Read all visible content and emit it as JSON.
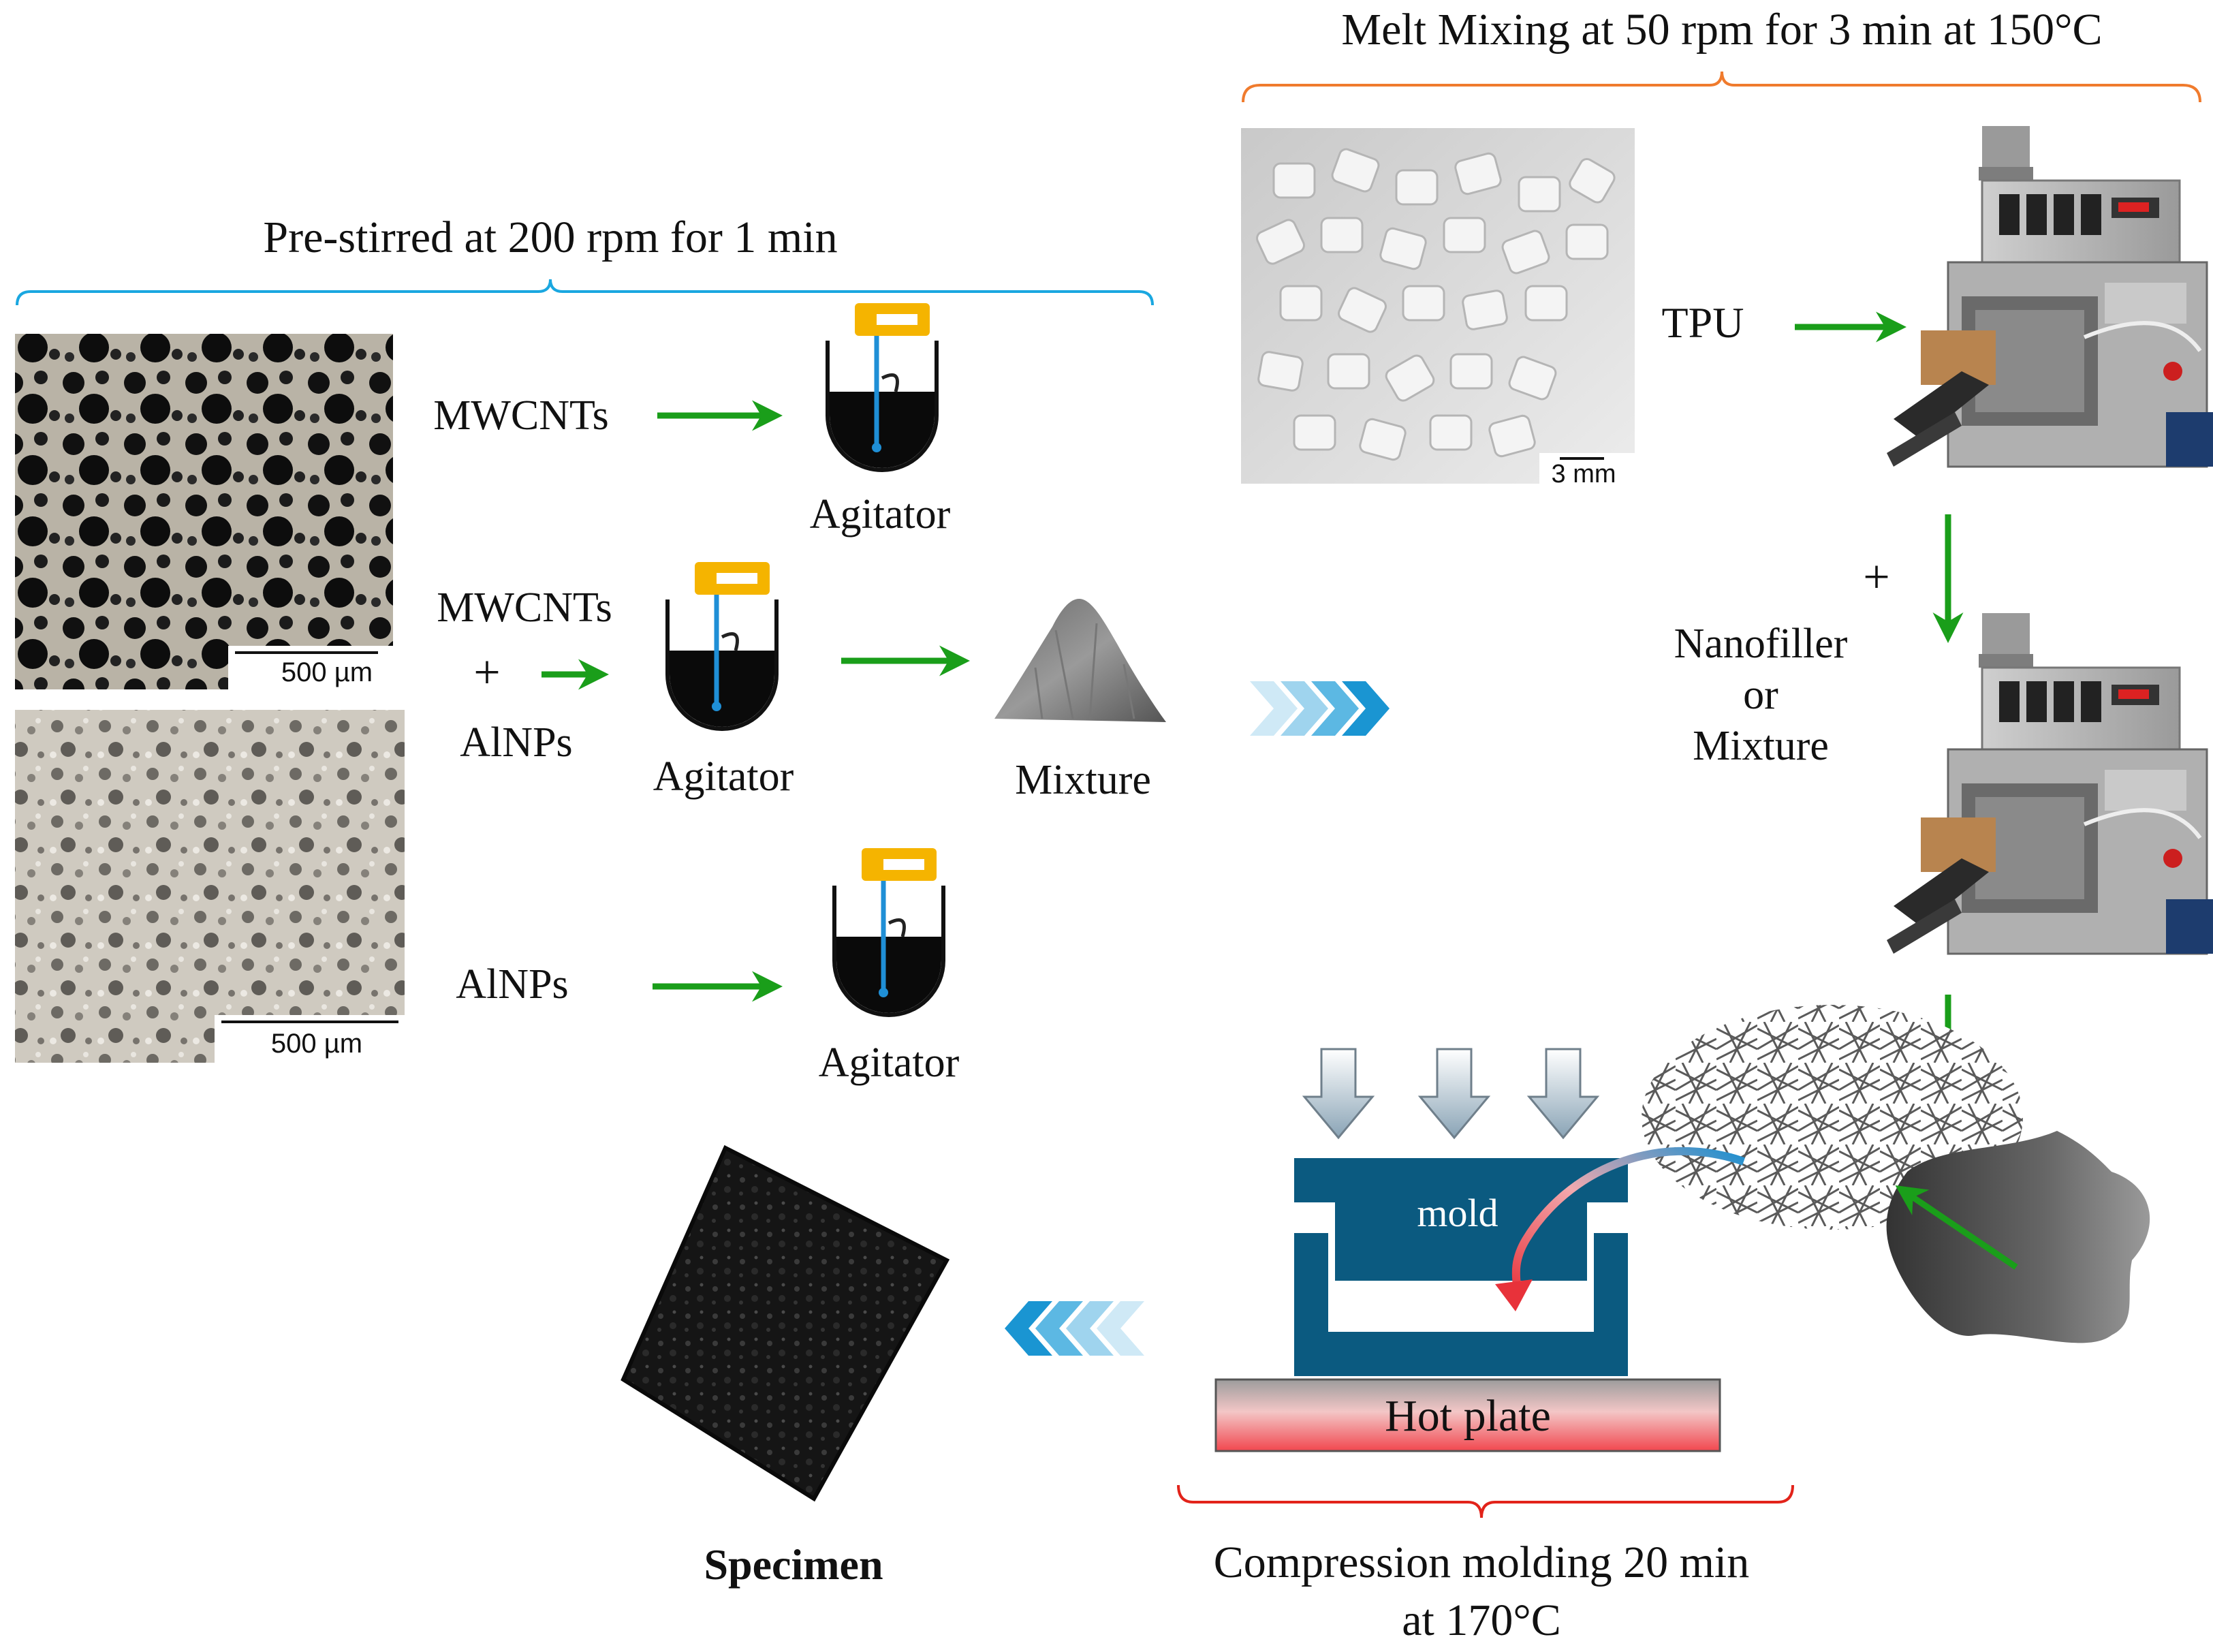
{
  "brackets": {
    "prestir": "Pre-stirred at 200 rpm for 1 min",
    "melt": "Melt Mixing at 50 rpm for 3 min at 150°C",
    "compression_line1": "Compression molding 20 min",
    "compression_line2": "at 170°C"
  },
  "left": {
    "mwcnts": "MWCNTs",
    "mwcnts2": "MWCNTs",
    "plus": "+",
    "alnps2": "AlNPs",
    "alnps": "AlNPs",
    "agitator1": "Agitator",
    "agitator2": "Agitator",
    "agitator3": "Agitator",
    "mixture": "Mixture",
    "scale1": "500 µm",
    "scale2": "500 µm"
  },
  "right": {
    "tpu": "TPU",
    "plus": "+",
    "nano_line1": "Nanofiller",
    "nano_line2": "or",
    "nano_line3": "Mixture",
    "scale_tpu": "3 mm"
  },
  "bottom": {
    "mold": "mold",
    "hotplate": "Hot plate",
    "specimen": "Specimen"
  },
  "colors": {
    "prestir_bracket": "#1aa7e0",
    "melt_bracket": "#f07b2d",
    "compression_bracket": "#e2231a",
    "arrow": "#1a9e1a",
    "mold": "#0b5a80",
    "agitator_head": "#f5b400",
    "agitator_shaft": "#1f8fd6"
  }
}
